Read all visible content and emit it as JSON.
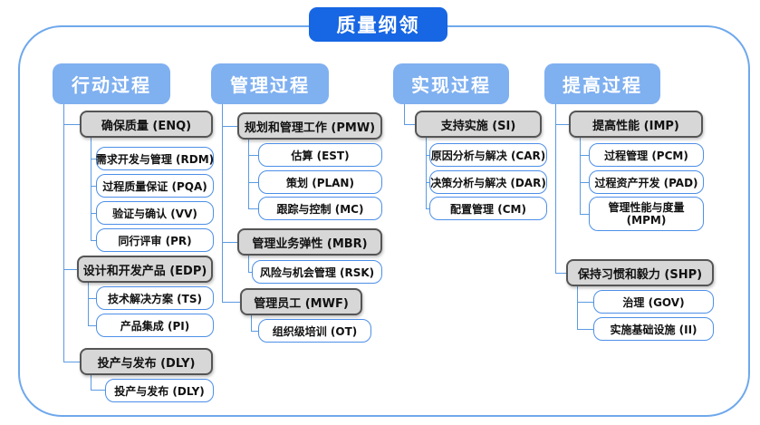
{
  "title": "质量纲领",
  "colors": {
    "title_bg": "#1766E3",
    "header_bg": "#7FB0F0",
    "group_bg": "#D7D7D7",
    "group_border": "#555555",
    "item_border": "#4D8FE8",
    "connector": "#5B9BE2",
    "frame_border": "#6FA8EC"
  },
  "columns": [
    {
      "header": "行动过程",
      "groups": [
        {
          "label": "确保质量 (ENQ)",
          "items": [
            "需求开发与管理 (RDM)",
            "过程质量保证 (PQA)",
            "验证与确认 (VV)",
            "同行评审 (PR)"
          ]
        },
        {
          "label": "设计和开发产品 (EDP)",
          "items": [
            "技术解决方案 (TS)",
            "产品集成 (PI)"
          ]
        },
        {
          "label": "投产与发布 (DLY)",
          "items": [
            "投产与发布 (DLY)"
          ]
        }
      ]
    },
    {
      "header": "管理过程",
      "groups": [
        {
          "label": "规划和管理工作 (PMW)",
          "items": [
            "估算 (EST)",
            "策划 (PLAN)",
            "跟踪与控制 (MC)"
          ]
        },
        {
          "label": "管理业务弹性 (MBR)",
          "items": [
            "风险与机会管理 (RSK)"
          ]
        },
        {
          "label": "管理员工 (MWF)",
          "items": [
            "组织级培训 (OT)"
          ]
        }
      ]
    },
    {
      "header": "实现过程",
      "groups": [
        {
          "label": "支持实施 (SI)",
          "items": [
            "原因分析与解决 (CAR)",
            "决策分析与解决 (DAR)",
            "配置管理 (CM)"
          ]
        }
      ]
    },
    {
      "header": "提高过程",
      "groups": [
        {
          "label": "提高性能 (IMP)",
          "items": [
            "过程管理 (PCM)",
            "过程资产开发 (PAD)",
            "管理性能与度量 (MPM)"
          ]
        },
        {
          "label": "保持习惯和毅力 (SHP)",
          "items": [
            "治理 (GOV)",
            "实施基础设施 (II)"
          ]
        }
      ]
    }
  ]
}
